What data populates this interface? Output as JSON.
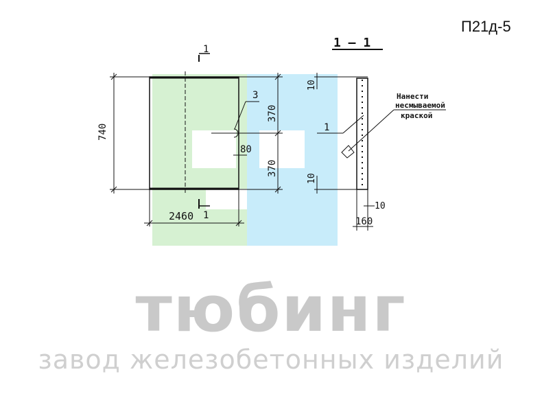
{
  "sheet": {
    "code": "П21д-5"
  },
  "drawing": {
    "section_mark": "1",
    "section_title": "1 — 1",
    "dimensions": {
      "height_total": "740",
      "width_total": "2460",
      "upper_half": "370",
      "lower_half": "370",
      "offset": "80",
      "top_edge": "10",
      "bottom_edge": "10",
      "thickness": "160",
      "side": "10"
    },
    "callouts": {
      "item_3": "3",
      "item_1": "1",
      "note_line1": "Нанести",
      "note_line2": "несмываемой",
      "note_line3": "краской"
    }
  },
  "watermark": {
    "brand": "тюбинг",
    "tagline": "завод железобетонных изделий",
    "colors": {
      "green": "#d4f0d0",
      "blue": "#c8ecfa",
      "text": "#c9c9c9"
    }
  }
}
